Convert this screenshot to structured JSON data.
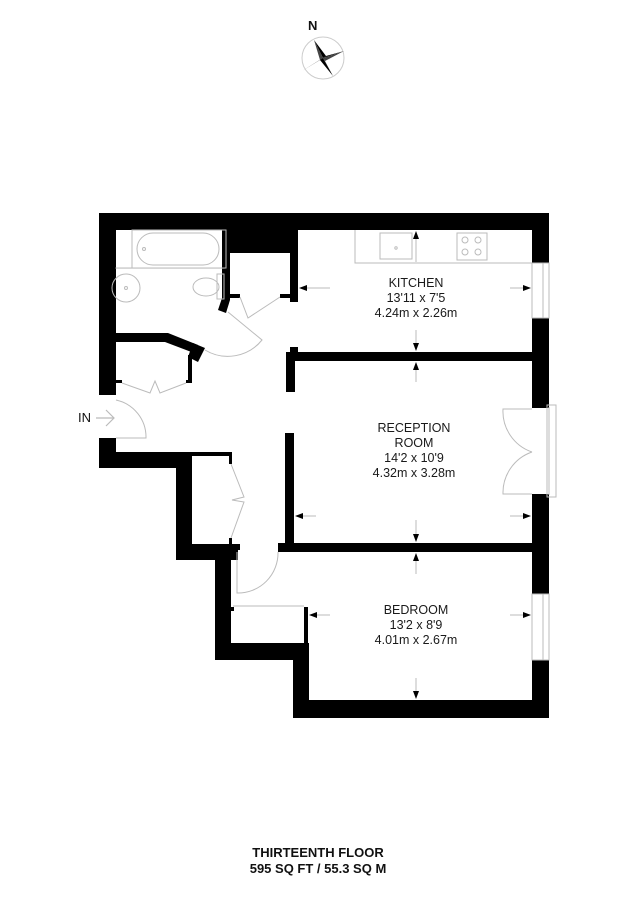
{
  "compass": {
    "label": "N",
    "icon": "north-compass-icon"
  },
  "entrance": {
    "label": "IN",
    "icon": "entrance-arrow-icon"
  },
  "rooms": [
    {
      "id": "kitchen",
      "name": "KITCHEN",
      "imperial": "13'11 x 7'5",
      "metric": "4.24m x 2.26m"
    },
    {
      "id": "reception",
      "name": "RECEPTION",
      "name2": "ROOM",
      "imperial": "14'2 x 10'9",
      "metric": "4.32m x 3.28m"
    },
    {
      "id": "bedroom",
      "name": "BEDROOM",
      "imperial": "13'2 x 8'9",
      "metric": "4.01m x 2.67m"
    }
  ],
  "footer": {
    "floor": "THIRTEENTH FLOOR",
    "area": "595 SQ FT / 55.3 SQ M"
  },
  "colors": {
    "wall": "#000000",
    "fixture": "#bbbbbb",
    "background": "#ffffff"
  }
}
